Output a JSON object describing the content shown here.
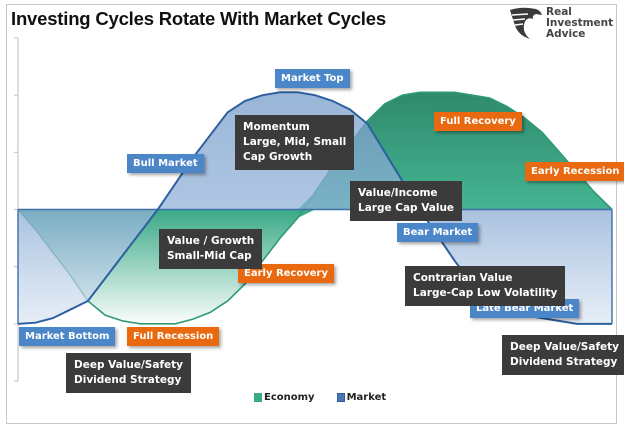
{
  "chart_data": {
    "type": "area",
    "title": "Investing Cycles Rotate With Market Cycles",
    "xlabel": "",
    "ylabel": "",
    "ylim": [
      -3,
      3
    ],
    "xlim": [
      0,
      34
    ],
    "yticks": [
      -3,
      -2,
      -1,
      0,
      1,
      2,
      3
    ],
    "grid": false,
    "legend_position": "bottom",
    "series": [
      {
        "name": "Economy",
        "color": "#3aa986",
        "x": [
          0,
          1,
          2,
          3,
          4,
          5,
          6,
          7,
          8,
          9,
          10,
          11,
          12,
          13,
          14,
          15,
          16,
          17,
          18,
          19,
          20,
          21,
          22,
          23,
          24,
          25,
          26,
          27,
          28,
          29,
          30,
          31,
          32,
          33,
          34
        ],
        "values": [
          0,
          -0.35,
          -0.75,
          -1.15,
          -1.6,
          -1.85,
          -1.95,
          -2.0,
          -2.0,
          -2.0,
          -1.92,
          -1.8,
          -1.6,
          -1.3,
          -0.9,
          -0.5,
          -0.15,
          0.3,
          0.75,
          1.15,
          1.55,
          1.85,
          2.0,
          2.05,
          2.05,
          2.05,
          2.0,
          1.95,
          1.8,
          1.6,
          1.35,
          1.0,
          0.65,
          0.3,
          0
        ]
      },
      {
        "name": "Market",
        "color": "#2e5f9e",
        "x": [
          0,
          1,
          2,
          3,
          4,
          5,
          6,
          7,
          8,
          9,
          10,
          11,
          12,
          13,
          14,
          15,
          16,
          17,
          18,
          19,
          20,
          21,
          22,
          23,
          24,
          25,
          26,
          27,
          28,
          29,
          30,
          31,
          32,
          33,
          34
        ],
        "values": [
          -2.0,
          -1.98,
          -1.9,
          -1.75,
          -1.6,
          -1.2,
          -0.8,
          -0.4,
          0.0,
          0.45,
          0.9,
          1.3,
          1.7,
          1.9,
          2.0,
          2.05,
          2.05,
          2.0,
          1.9,
          1.75,
          1.5,
          1.0,
          0.5,
          0.0,
          -0.45,
          -0.9,
          -1.3,
          -1.65,
          -1.8,
          -1.85,
          -1.9,
          -1.95,
          -2.0,
          -2.0,
          -2.0
        ]
      }
    ],
    "annotations": {
      "market_phases": [
        "Market Bottom",
        "Bull Market",
        "Market Top",
        "Bear Market",
        "Late Bear Market"
      ],
      "economy_phases": [
        "Full Recession",
        "Early Recovery",
        "Full Recovery",
        "Early Recession"
      ],
      "strategies": [
        [
          "Deep Value/Safety",
          "Dividend Strategy"
        ],
        [
          "Value / Growth",
          "Small-Mid Cap"
        ],
        [
          "Momentum",
          "Large, Mid, Small",
          "Cap Growth"
        ],
        [
          "Value/Income",
          "Large Cap Value"
        ],
        [
          "Contrarian Value",
          "Large-Cap Low Volatility"
        ],
        [
          "Deep Value/Safety",
          "Dividend Strategy"
        ]
      ]
    }
  },
  "header": {
    "title": "Investing Cycles Rotate With Market Cycles",
    "logo_lines": [
      "Real",
      "Investment",
      "Advice"
    ]
  },
  "labels": {
    "market_bottom": "Market Bottom",
    "bull_market": "Bull Market",
    "market_top": "Market Top",
    "bear_market": "Bear Market",
    "late_bear_market": "Late Bear Market",
    "full_recession": "Full Recession",
    "early_recovery": "Early Recovery",
    "full_recovery": "Full Recovery",
    "early_recession": "Early Recession",
    "deep_value_left": [
      "Deep Value/Safety",
      "Dividend Strategy"
    ],
    "value_growth": [
      "Value / Growth",
      "Small-Mid Cap"
    ],
    "momentum": [
      "Momentum",
      "Large, Mid, Small",
      "Cap Growth"
    ],
    "value_income": [
      "Value/Income",
      "Large Cap Value"
    ],
    "contrarian": [
      "Contrarian Value",
      "Large-Cap Low Volatility"
    ],
    "deep_value_right": [
      "Deep Value/Safety",
      "Dividend Strategy"
    ]
  },
  "legend": {
    "items": [
      {
        "label": "Economy",
        "color": "#3aa986"
      },
      {
        "label": "Market",
        "color": "#2e5f9e"
      }
    ]
  }
}
